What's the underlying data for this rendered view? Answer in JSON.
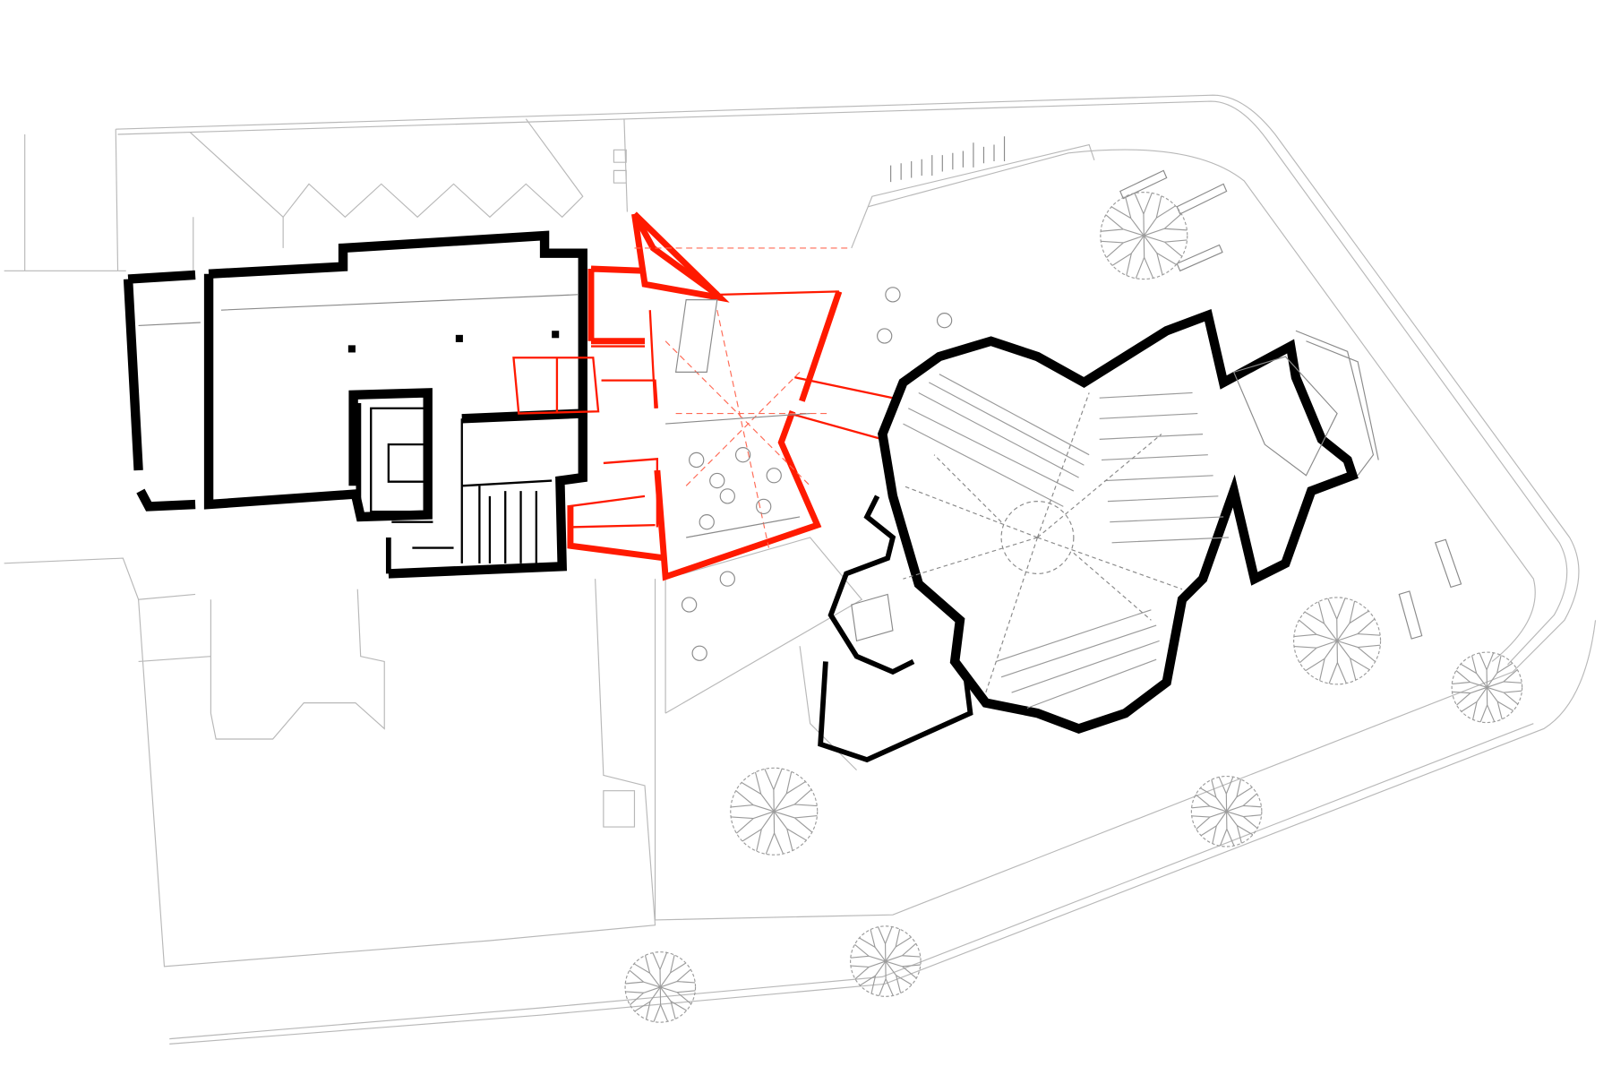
{
  "drawing": {
    "type": "architectural site floor plan",
    "colors": {
      "existing_walls": "#000000",
      "new_extension": "#ff1a00",
      "site_lines": "#b8b8b8",
      "background": "#ffffff"
    },
    "icons": [
      "tree-symbol",
      "cafe-table-symbol",
      "bicycle-stand-symbol",
      "bench-symbol"
    ]
  }
}
